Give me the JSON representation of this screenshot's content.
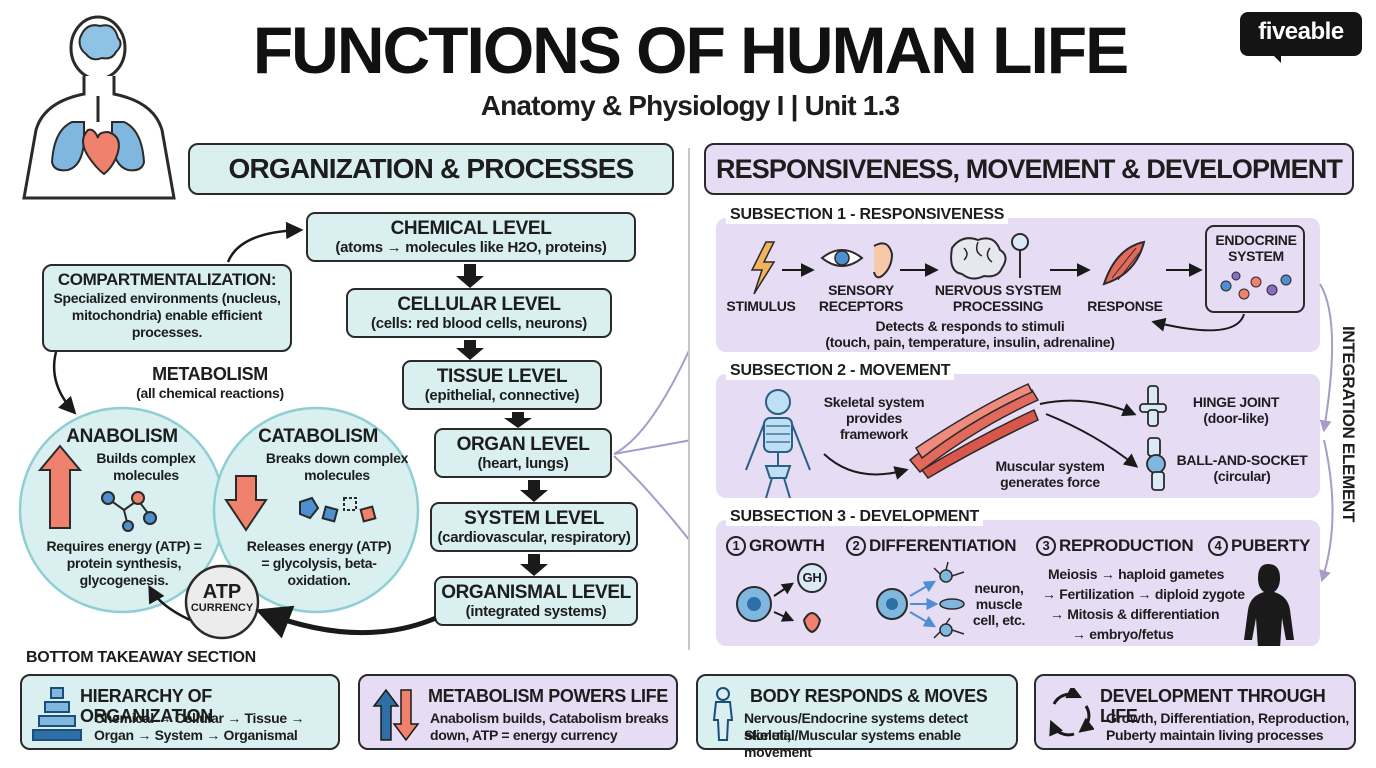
{
  "header": {
    "title": "FUNCTIONS OF HUMAN LIFE",
    "subtitle": "Anatomy & Physiology I | Unit 1.3",
    "logo_text": "fiveable"
  },
  "left": {
    "section_title": "ORGANIZATION & PROCESSES",
    "levels": [
      {
        "title": "CHEMICAL LEVEL",
        "desc": "(atoms → molecules like H2O, proteins)"
      },
      {
        "title": "CELLULAR LEVEL",
        "desc": "(cells: red blood cells, neurons)"
      },
      {
        "title": "TISSUE LEVEL",
        "desc": "(epithelial, connective)"
      },
      {
        "title": "ORGAN LEVEL",
        "desc": "(heart, lungs)"
      },
      {
        "title": "SYSTEM LEVEL",
        "desc": "(cardiovascular, respiratory)"
      },
      {
        "title": "ORGANISMAL LEVEL",
        "desc": "(integrated systems)"
      }
    ],
    "compartment": {
      "title": "COMPARTMENTALIZATION:",
      "text": "Specialized environments (nucleus, mitochondria) enable efficient processes."
    },
    "metabolism": {
      "title": "METABOLISM",
      "subtitle": "(all chemical reactions)",
      "anabolism": {
        "title": "ANABOLISM",
        "desc": "Builds complex molecules",
        "energy": "Requires energy (ATP) = protein synthesis, glycogenesis."
      },
      "catabolism": {
        "title": "CATABOLISM",
        "desc": "Breaks down complex molecules",
        "energy": "Releases energy (ATP) = glycolysis, beta-oxidation."
      },
      "atp": {
        "main": "ATP",
        "sub": "CURRENCY"
      }
    }
  },
  "right": {
    "section_title": "RESPONSIVENESS, MOVEMENT & DEVELOPMENT",
    "integration_label": "INTEGRATION ELEMENT",
    "sub1": {
      "title": "SUBSECTION 1 - RESPONSIVENESS",
      "stimulus": "STIMULUS",
      "receptors": "SENSORY RECEPTORS",
      "processing": "NERVOUS SYSTEM PROCESSING",
      "response": "RESPONSE",
      "endocrine": "ENDOCRINE SYSTEM",
      "desc1": "Detects & responds to stimuli",
      "desc2": "(touch, pain, temperature, insulin, adrenaline)"
    },
    "sub2": {
      "title": "SUBSECTION 2 - MOVEMENT",
      "skeletal": "Skeletal system provides framework",
      "muscular": "Muscular system generates force",
      "hinge_title": "HINGE JOINT",
      "hinge_sub": "(door-like)",
      "ball_title": "BALL-AND-SOCKET",
      "ball_sub": "(circular)"
    },
    "sub3": {
      "title": "SUBSECTION 3 - DEVELOPMENT",
      "items": [
        {
          "num": "1",
          "label": "GROWTH"
        },
        {
          "num": "2",
          "label": "DIFFERENTIATION"
        },
        {
          "num": "3",
          "label": "REPRODUCTION"
        },
        {
          "num": "4",
          "label": "PUBERTY"
        }
      ],
      "gh": "GH",
      "cells": "neuron, muscle cell, etc.",
      "repro1": "Meiosis → haploid gametes",
      "repro2": "→ Fertilization → diploid zygote",
      "repro3": "→ Mitosis & differentiation",
      "repro4": "→ embryo/fetus"
    }
  },
  "bottom": {
    "label": "BOTTOM TAKEAWAY SECTION",
    "cards": [
      {
        "title": "HIERARCHY OF ORGANIZATION",
        "text1": "Chemical → Cellular → Tissue →",
        "text2": "Organ → System → Organismal"
      },
      {
        "title": "METABOLISM POWERS LIFE",
        "text1": "Anabolism builds, Catabolism breaks",
        "text2": "down, ATP = energy currency"
      },
      {
        "title": "BODY RESPONDS & MOVES",
        "text1": "Nervous/Endocrine systems detect stimuli,",
        "text2": "Skeletal/Muscular systems enable movement"
      },
      {
        "title": "DEVELOPMENT THROUGH LIFE",
        "text1": "Growth, Differentiation, Reproduction,",
        "text2": "Puberty maintain living processes"
      }
    ]
  },
  "colors": {
    "teal_bg": "#d9eff0",
    "lavender_bg": "#e6dcf4",
    "arrow_red": "#f0826d",
    "outline": "#2a2a2a"
  }
}
